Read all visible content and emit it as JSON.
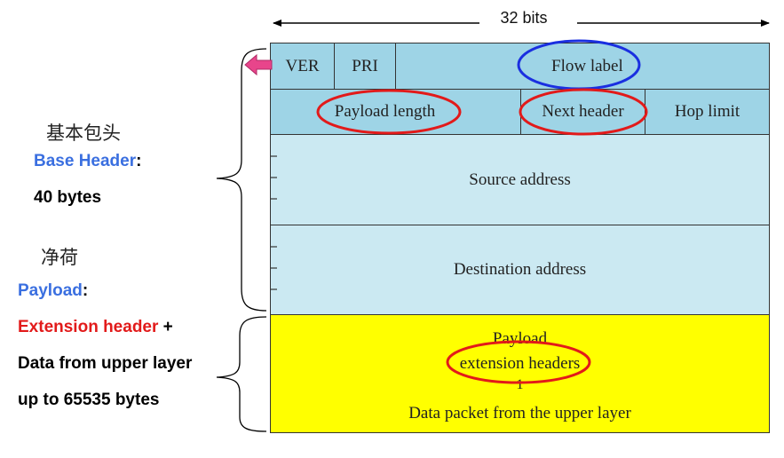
{
  "header": {
    "width_label": "32 bits"
  },
  "fields": {
    "ver": "VER",
    "pri": "PRI",
    "flow_label": "Flow label",
    "payload_length": "Payload length",
    "next_header": "Next header",
    "hop_limit": "Hop limit",
    "source_address": "Source address",
    "destination_address": "Destination address",
    "payload_line1": "Payload",
    "payload_line2": "extension headers",
    "payload_line3": "1",
    "payload_line4": "Data packet from the upper layer"
  },
  "left_labels": {
    "base_cn": "基本包头",
    "base_header": "Base Header",
    "base_colon": ":",
    "base_size": "40 bytes",
    "payload_cn": "净荷",
    "payload": "Payload",
    "payload_colon": ":",
    "ext_header": "Extension header",
    "plus": " +",
    "data_upper": "Data from upper layer",
    "up_to": "up to 65535 bytes"
  },
  "colors": {
    "header_cell": "#9ed4e6",
    "address_cell": "#cbe9f2",
    "payload_cell": "#ffff00",
    "highlight_blue": "#1a2fe0",
    "highlight_red": "#e21a1a",
    "arrow_pink": "#e8458b",
    "label_blue": "#3a6fe0"
  }
}
